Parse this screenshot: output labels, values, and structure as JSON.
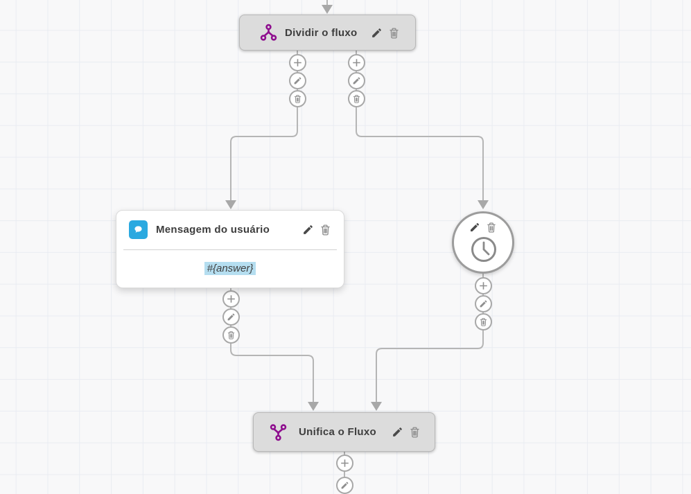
{
  "canvas": {
    "background": "#f8f8f9",
    "grid_line_color": "#e9ecf2",
    "connector_color": "#b5b5b5"
  },
  "palette": {
    "accent_purple": "#8e0e8e",
    "chat_blue": "#2aa9e0",
    "value_highlight_blue": "#b5def0",
    "node_gray": "#dcdcdc"
  },
  "nodes": {
    "split": {
      "label": "Dividir o fluxo",
      "icon": "split-icon"
    },
    "user_message": {
      "label": "Mensagem do usuário",
      "icon": "chat-bubble-icon",
      "value": "#{answer}"
    },
    "delay": {
      "icon": "clock-icon"
    },
    "merge": {
      "label": "Unifica o Fluxo",
      "icon": "merge-icon"
    }
  },
  "actions": {
    "edit": "pencil-icon",
    "delete": "trash-icon",
    "add": "plus-icon"
  }
}
